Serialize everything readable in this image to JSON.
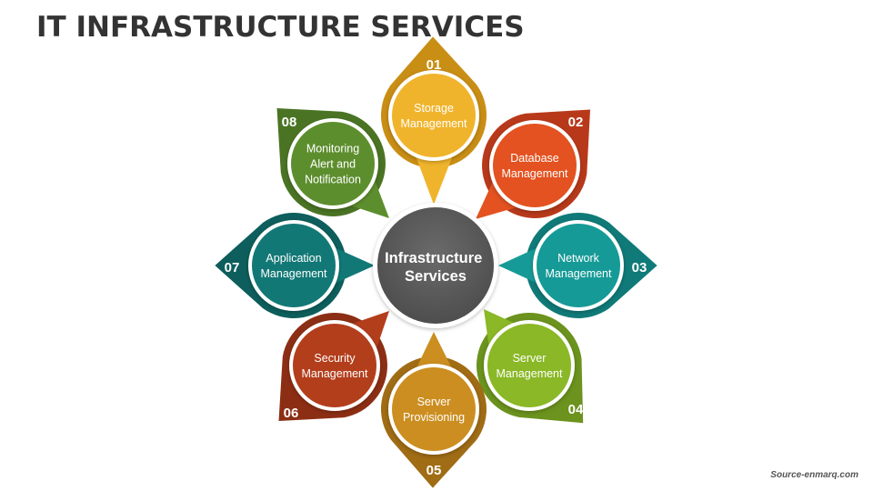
{
  "title": "IT INFRASTRUCTURE SERVICES",
  "center_label": [
    "Infrastructure",
    "Services"
  ],
  "footer": "Source-enmarq.com",
  "colors": {
    "center": "#5a5a5a",
    "storage": "#f0b42c",
    "database": "#e35220",
    "network": "#169a97",
    "server": "#8ab826",
    "provisioning": "#cc8e20",
    "security": "#b33e1c",
    "application": "#127876",
    "monitoring": "#5d8e2e"
  },
  "items": [
    {
      "number": "01",
      "lines": [
        "Storage",
        "Management"
      ],
      "color": "#f0b42c",
      "dark": "#c98e14",
      "icon": "storage-icon"
    },
    {
      "number": "02",
      "lines": [
        "Database",
        "Management"
      ],
      "color": "#e35220",
      "dark": "#b8391a",
      "icon": "database-icon"
    },
    {
      "number": "03",
      "lines": [
        "Network",
        "Management"
      ],
      "color": "#169a97",
      "dark": "#0f7a78",
      "icon": "network-icon"
    },
    {
      "number": "04",
      "lines": [
        "Server",
        "Management"
      ],
      "color": "#8ab826",
      "dark": "#6b931d",
      "icon": "server-icon"
    },
    {
      "number": "05",
      "lines": [
        "Server",
        "Provisioning"
      ],
      "color": "#cc8e20",
      "dark": "#a06c14",
      "icon": "provisioning-icon"
    },
    {
      "number": "06",
      "lines": [
        "Security",
        "Management"
      ],
      "color": "#b33e1c",
      "dark": "#8c2e14",
      "icon": "security-icon"
    },
    {
      "number": "07",
      "lines": [
        "Application",
        "Management"
      ],
      "color": "#127876",
      "dark": "#0d5e5c",
      "icon": "application-icon"
    },
    {
      "number": "08",
      "lines": [
        "Monitoring",
        "Alert and",
        "Notification"
      ],
      "color": "#5d8e2e",
      "dark": "#4a7424",
      "icon": "monitoring-icon"
    }
  ]
}
